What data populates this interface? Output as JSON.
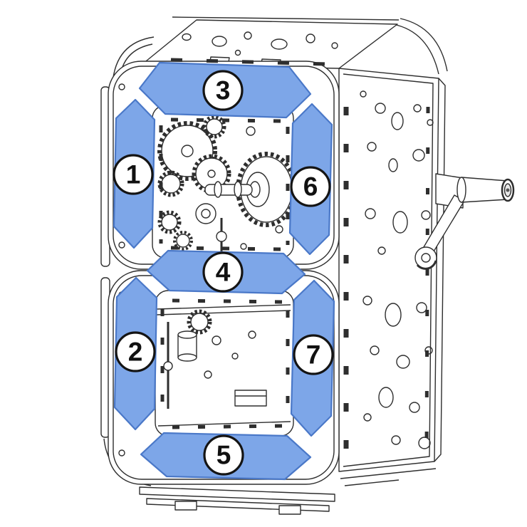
{
  "diagram": {
    "description": "Line-art illustration of a mechanical seven-segment display machine with hand crank; seven blue segment flaps labeled with numbered callouts",
    "colors": {
      "background": "#ffffff",
      "line": "#2e2e2e",
      "segment_fill": "#7da6e8",
      "segment_stroke": "#4a78c8",
      "callout_fill": "#ffffff",
      "callout_stroke": "#141414",
      "label_text": "#111111"
    },
    "segments": [
      {
        "label": "1",
        "position": "upper-left vertical segment"
      },
      {
        "label": "2",
        "position": "lower-left vertical segment"
      },
      {
        "label": "3",
        "position": "top horizontal segment"
      },
      {
        "label": "4",
        "position": "middle horizontal segment"
      },
      {
        "label": "5",
        "position": "bottom horizontal segment"
      },
      {
        "label": "6",
        "position": "upper-right vertical segment"
      },
      {
        "label": "7",
        "position": "lower-right vertical segment"
      }
    ]
  }
}
